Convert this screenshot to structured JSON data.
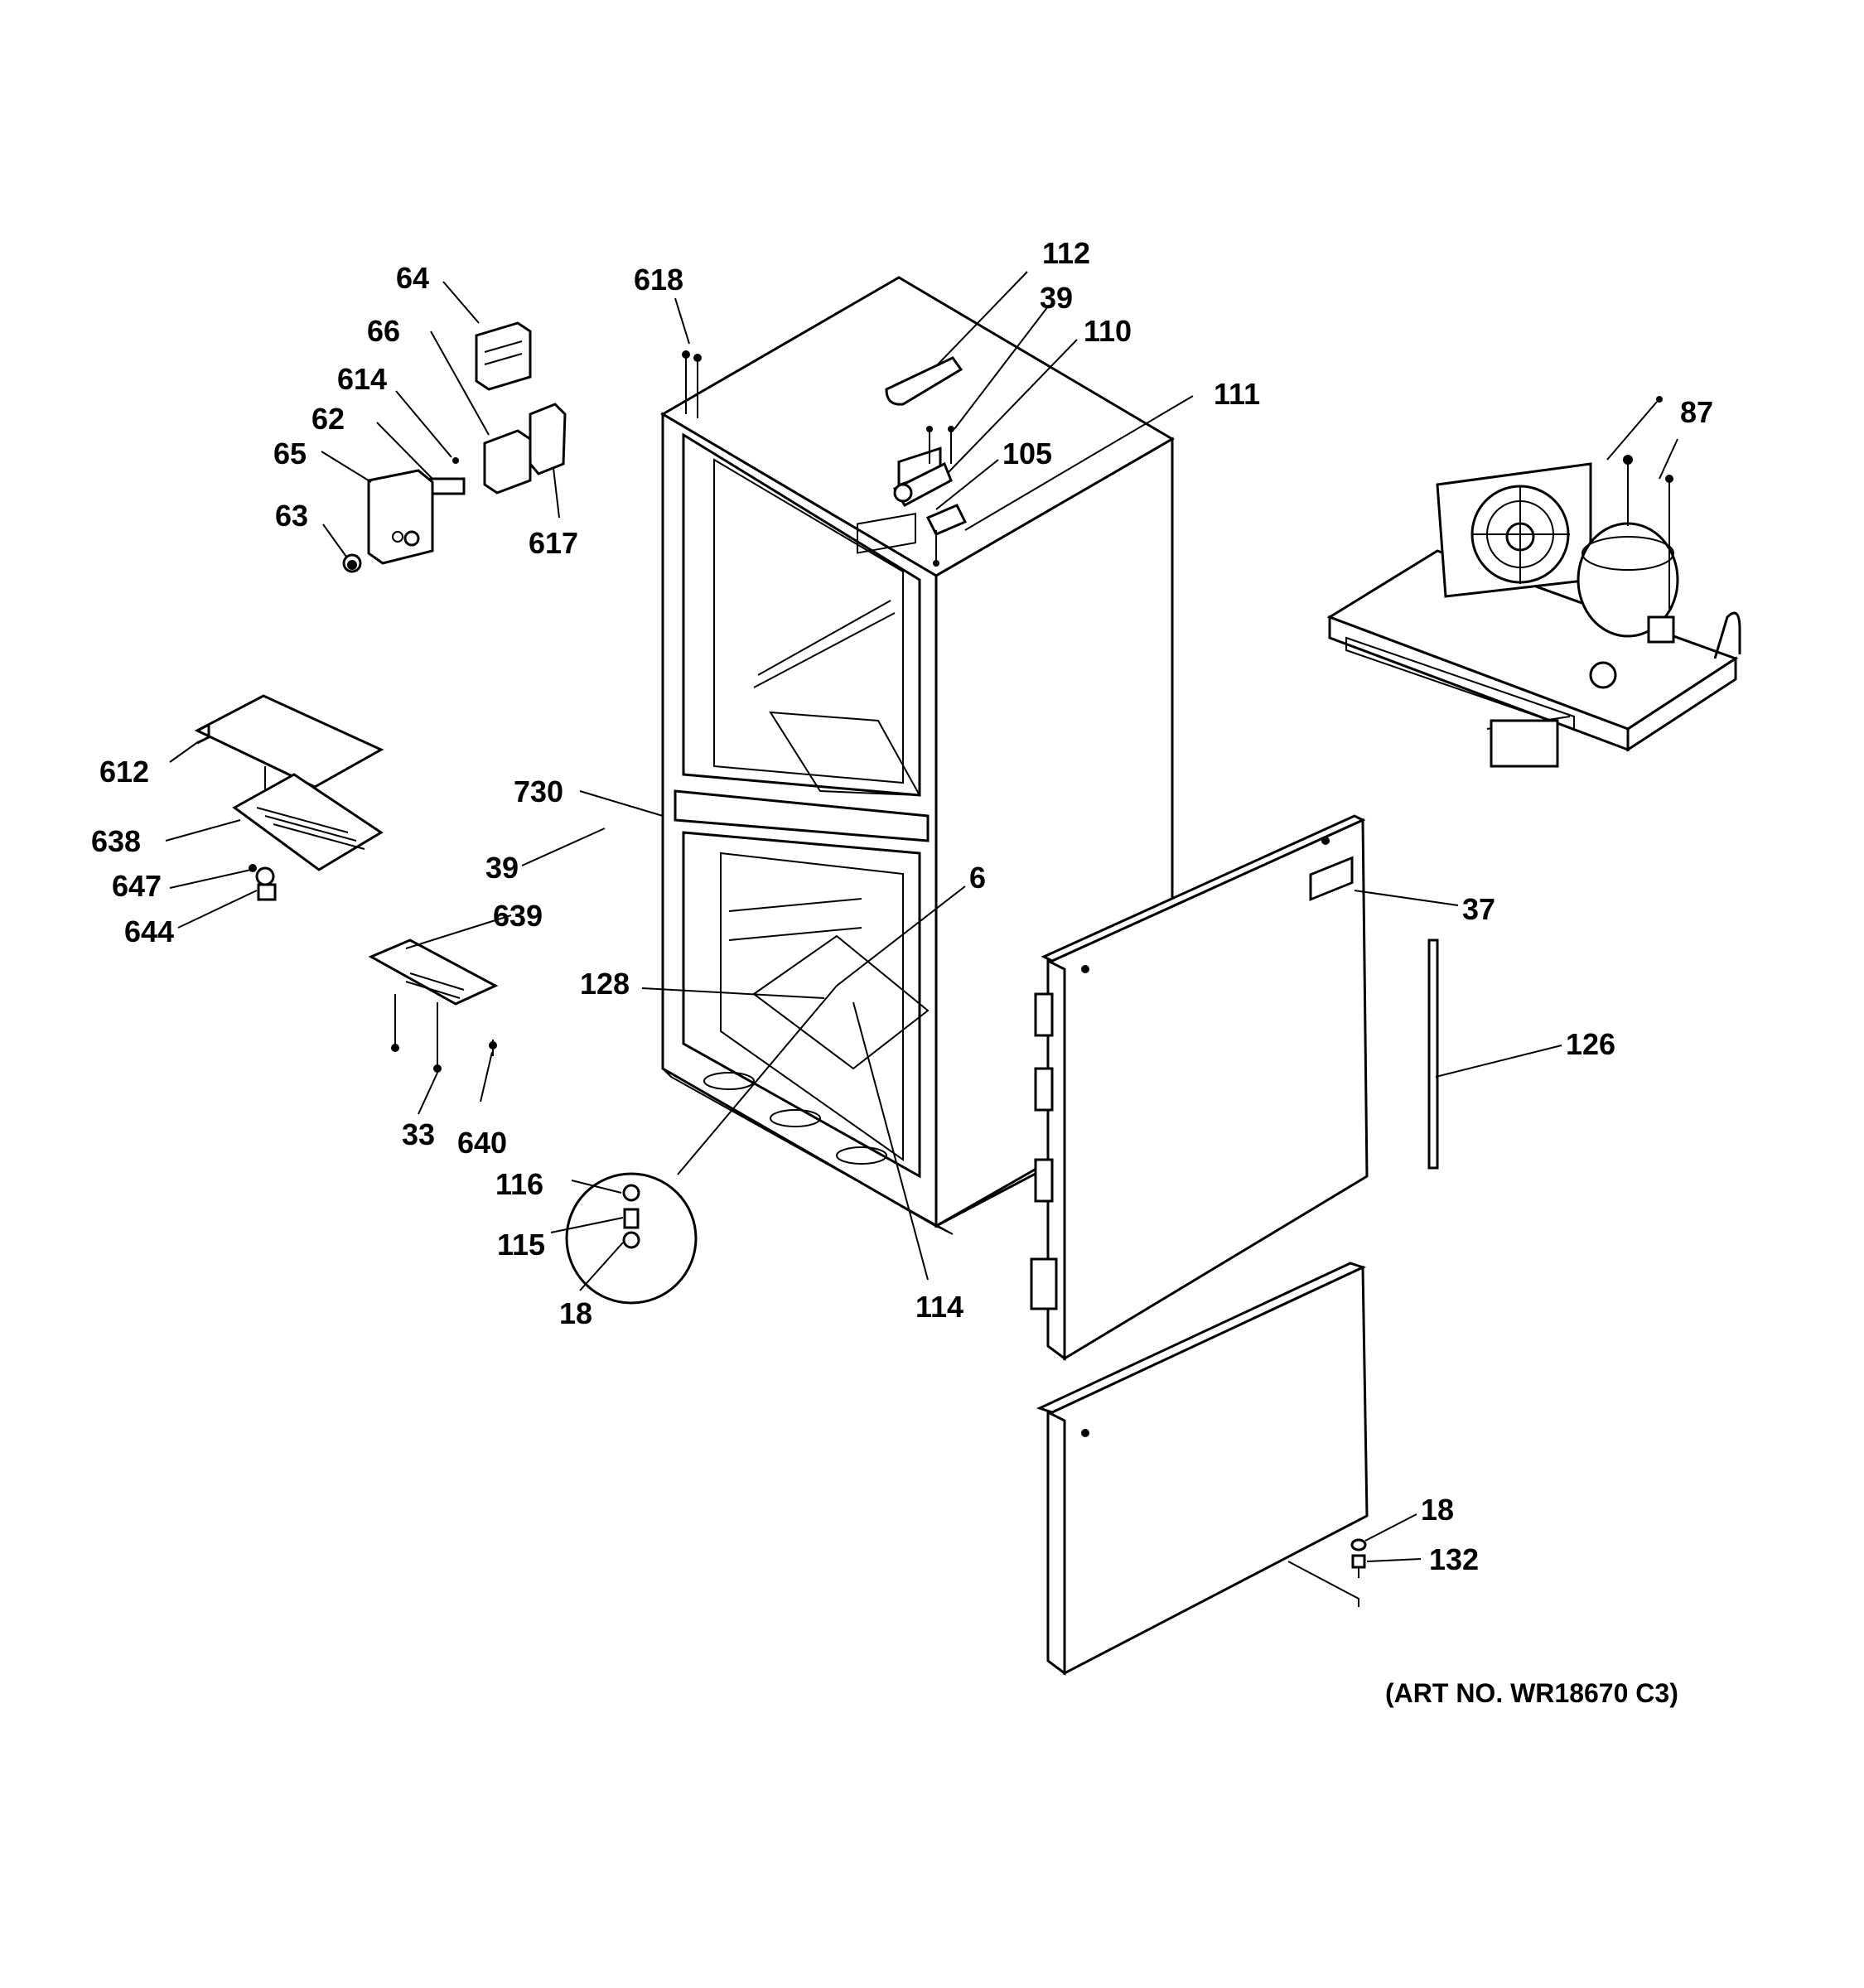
{
  "callouts": {
    "c64": "64",
    "c66": "66",
    "c614": "614",
    "c62": "62",
    "c65": "65",
    "c63": "63",
    "c617": "617",
    "c618": "618",
    "c112": "112",
    "c39a": "39",
    "c110": "110",
    "c111": "111",
    "c105": "105",
    "c87": "87",
    "c612": "612",
    "c638": "638",
    "c647": "647",
    "c644": "644",
    "c730": "730",
    "c39b": "39",
    "c6": "6",
    "c37": "37",
    "c639": "639",
    "c128": "128",
    "c126": "126",
    "c33": "33",
    "c640": "640",
    "c116": "116",
    "c115": "115",
    "c18a": "18",
    "c114": "114",
    "c18b": "18",
    "c132": "132"
  },
  "caption": "(ART NO. WR18670 C3)"
}
